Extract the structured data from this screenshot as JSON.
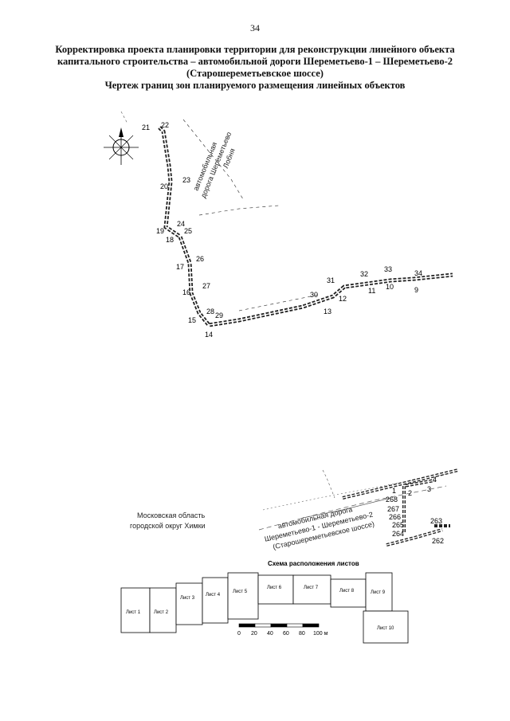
{
  "page_number": "34",
  "title_lines": [
    "Корректировка проекта планировки территории для реконструкции линейного объекта",
    "капитального строительства – автомобильной дороги Шереметьево-1 – Шереметьево-2",
    "(Старошереметьевское шоссе)",
    "Чертеж границ зон планируемого размещения линейных объектов"
  ],
  "road_label_upper": [
    "автомобильная",
    "дорога Шереметьево",
    "Лобня"
  ],
  "road_label_lower": [
    "автомобильная дорога",
    "Шереметьево-1 - Шереметьево-2",
    "(Старошереметьевское шоссе)"
  ],
  "region_label": [
    "Московская область",
    "городской округ Химки"
  ],
  "upper_points": [
    "21",
    "22",
    "20",
    "23",
    "19",
    "24",
    "18",
    "25",
    "26",
    "17",
    "16",
    "27",
    "15",
    "28",
    "29",
    "14",
    "30",
    "13",
    "31",
    "12",
    "32",
    "11",
    "33",
    "10",
    "34",
    "9"
  ],
  "lower_points": [
    "1",
    "2",
    "3",
    "4",
    "268",
    "267",
    "266",
    "265",
    "264",
    "263",
    "262"
  ],
  "scheme": {
    "title": "Схема расположения листов",
    "sheets": [
      "Лист 1",
      "Лист 2",
      "Лист 3",
      "Лист 4",
      "Лист 5",
      "Лист 6",
      "Лист 7",
      "Лист 8",
      "Лист 9",
      "Лист 10"
    ]
  },
  "scale": {
    "ticks": [
      "0",
      "20",
      "40",
      "60",
      "80",
      "100 м"
    ]
  }
}
